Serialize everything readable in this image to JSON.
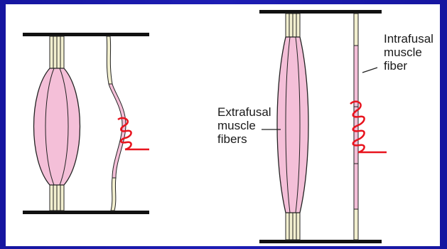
{
  "labels": {
    "intrafusal": [
      "Intrafusal",
      "muscle",
      "fiber"
    ],
    "extrafusal": [
      "Extrafusal",
      "muscle",
      "fibers"
    ]
  },
  "colors": {
    "background": "#1a1aa6",
    "panel": "#ffffff",
    "muscle_fill": "#f4bfd8",
    "tendon_fill": "#f2efcf",
    "outline": "#222222",
    "nerve": "#e8141e"
  }
}
